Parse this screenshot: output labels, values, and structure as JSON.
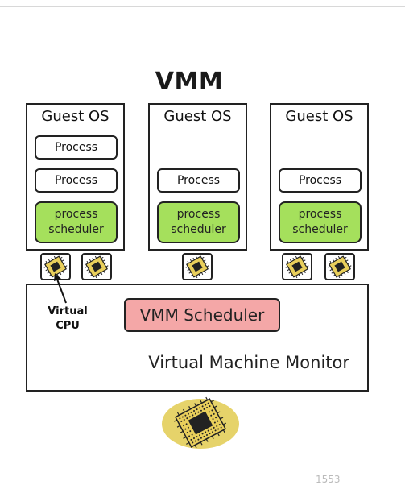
{
  "title": "VMM",
  "guests": [
    {
      "title": "Guest OS",
      "processes": [
        "Process",
        "Process"
      ],
      "scheduler": "process scheduler"
    },
    {
      "title": "Guest OS",
      "processes": [
        "Process"
      ],
      "scheduler": "process scheduler"
    },
    {
      "title": "Guest OS",
      "processes": [
        "Process"
      ],
      "scheduler": "process scheduler"
    }
  ],
  "vcpu_label": {
    "line1": "Virtual",
    "line2": "CPU"
  },
  "vmm_scheduler": "VMM Scheduler",
  "vmm_label": "Virtual Machine Monitor",
  "footer": "1553",
  "icons": {
    "virtual_cpu": "cpu-chip-icon",
    "physical_cpu": "cpu-chip-icon"
  },
  "colors": {
    "scheduler_green": "#a5e05c",
    "vmm_scheduler_pink": "#f4a7a7",
    "chip_gold": "#e9cf5b"
  }
}
